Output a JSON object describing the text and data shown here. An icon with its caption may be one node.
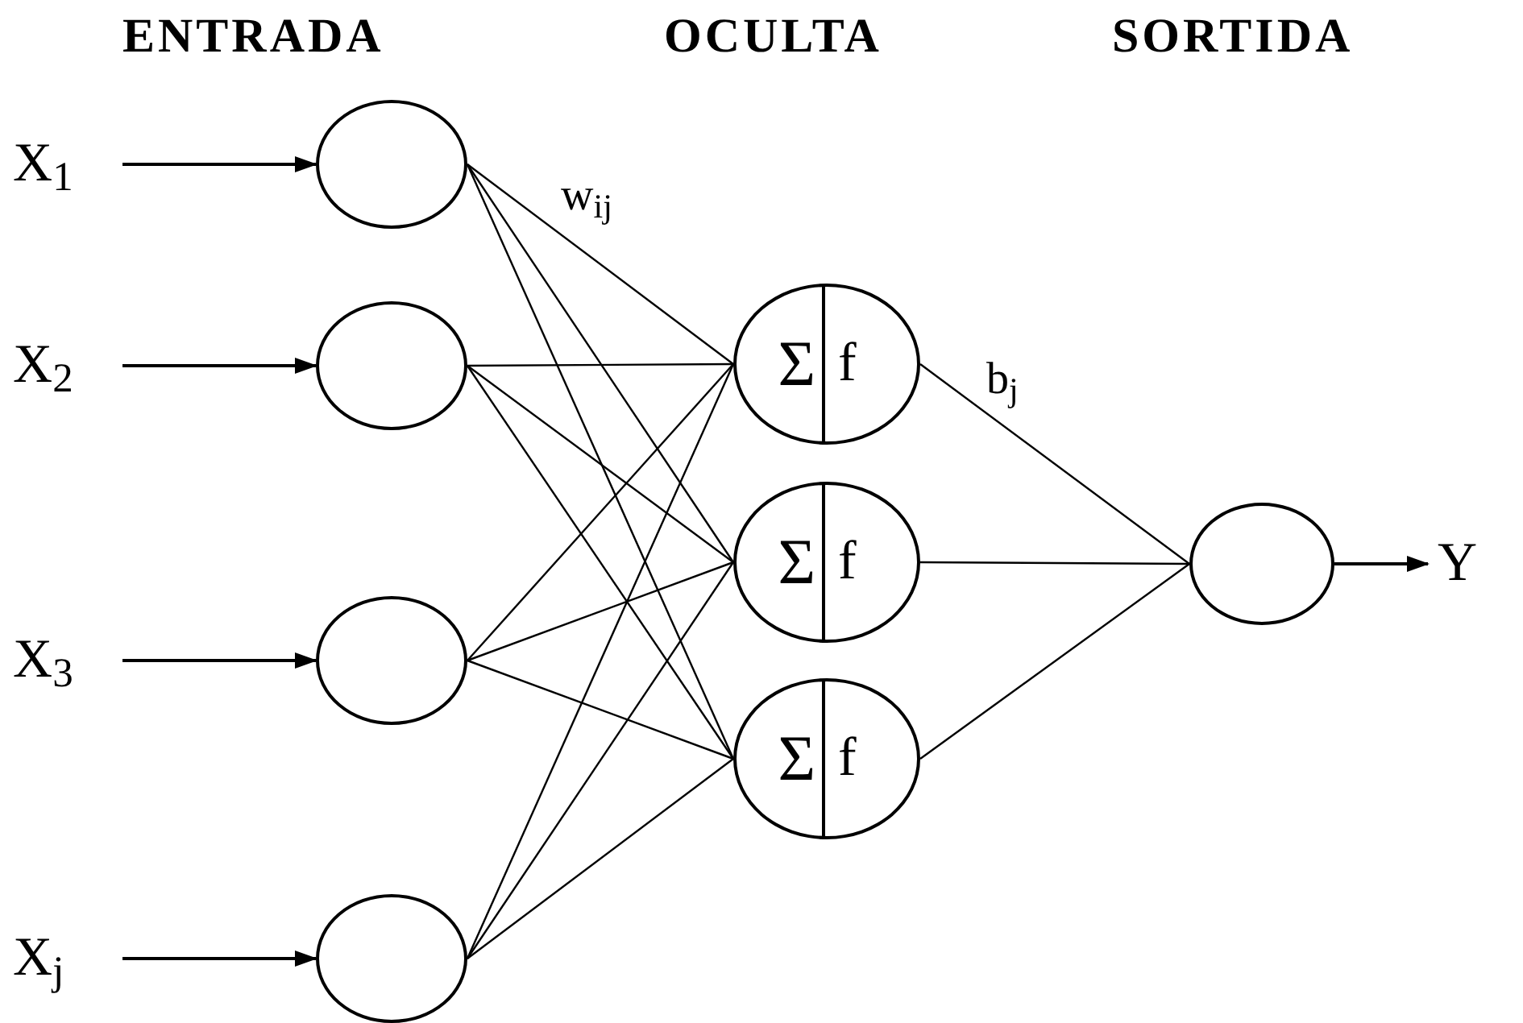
{
  "diagram": {
    "nodes": [
      {
        "text": [
          "X$_{1}$"
        ]
      },
      {
        "text": [],
        "shape": "circle"
      },
      {
        "text": [
          "X$_{2}$"
        ]
      },
      {
        "text": [],
        "shape": "circle"
      },
      {
        "text": [
          "X$_{3}$"
        ]
      },
      {
        "text": [],
        "shape": "circle"
      },
      {
        "text": [
          "X$_{j}$"
        ]
      },
      {
        "text": [],
        "shape": "circle"
      },
      {
        "text": [
          "Σ",
          "f"
        ]
      },
      {
        "text": [
          "Σ",
          "f"
        ]
      },
      {
        "text": [
          "Σ",
          "f"
        ]
      },
      {
        "text": [],
        "shape": "circle"
      },
      {
        "text": [
          "Y"
        ]
      }
    ],
    "edges": [
      {
        "from": 0,
        "to": 1,
        "arrow": "to"
      },
      {
        "from": 2,
        "to": 3,
        "arrow": "to"
      },
      {
        "from": 4,
        "to": 5,
        "arrow": "to"
      },
      {
        "from": 6,
        "to": 7,
        "arrow": "to"
      },
      {
        "from": 1,
        "to": 8,
        "arrow": "none"
      },
      {
        "from": 1,
        "to": 9,
        "arrow": "none"
      },
      {
        "from": 1,
        "to": 10,
        "arrow": "none"
      },
      {
        "from": 3,
        "to": 8,
        "arrow": "none"
      },
      {
        "from": 3,
        "to": 9,
        "arrow": "none"
      },
      {
        "from": 3,
        "to": 10,
        "arrow": "none"
      },
      {
        "from": 5,
        "to": 8,
        "arrow": "none"
      },
      {
        "from": 5,
        "to": 9,
        "arrow": "none"
      },
      {
        "from": 5,
        "to": 10,
        "arrow": "none"
      },
      {
        "from": 7,
        "to": 8,
        "arrow": "none"
      },
      {
        "from": 7,
        "to": 9,
        "arrow": "none"
      },
      {
        "from": 7,
        "to": 10,
        "arrow": "none"
      },
      {
        "from": 8,
        "to": 11,
        "arrow": "none"
      },
      {
        "from": 9,
        "to": 11,
        "arrow": "none"
      },
      {
        "from": 10,
        "to": 11,
        "arrow": "none"
      },
      {
        "from": 11,
        "to": 12,
        "arrow": "to"
      }
    ],
    "labels": [
      "ENTRADA",
      "OCULTA",
      "SORTIDA",
      "w$_{ij}$",
      "b$_{j}$"
    ]
  }
}
